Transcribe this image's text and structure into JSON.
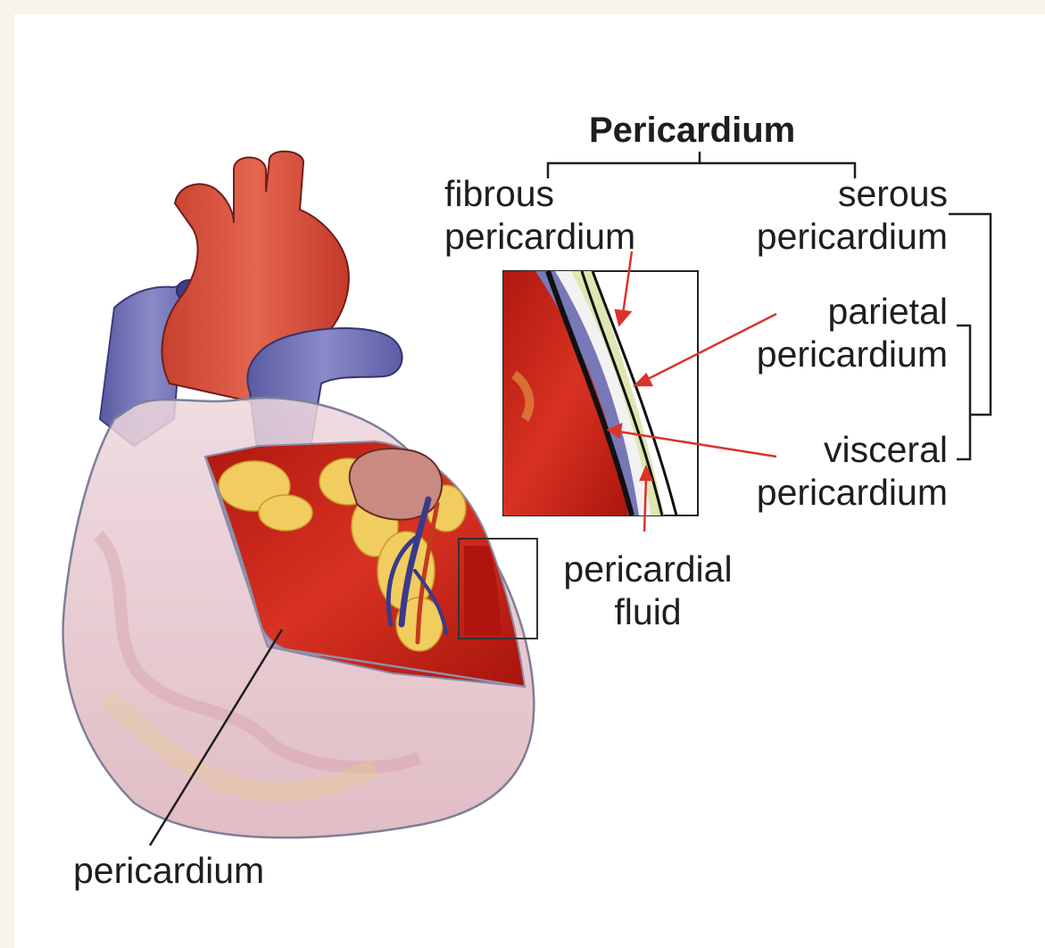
{
  "diagram": {
    "title": "Pericardium",
    "labels": {
      "fibrous_line1": "fibrous",
      "fibrous_line2": "pericardium",
      "serous_line1": "serous",
      "serous_line2": "pericardium",
      "parietal_line1": "parietal",
      "parietal_line2": "pericardium",
      "visceral_line1": "visceral",
      "visceral_line2": "pericardium",
      "fluid_line1": "pericardial",
      "fluid_line2": "fluid",
      "main_label": "pericardium"
    }
  },
  "colors": {
    "background_border": "#f6f4ea",
    "panel": "#ffffff",
    "text": "#1e1e1e",
    "leader_red": "#d8342a",
    "aorta_red": "#d9523f",
    "vein_blue": "#6f6fb4",
    "muscle_red": "#c82418",
    "fat_yellow": "#f1cc5e",
    "sac_tint": "#e9c9cf"
  }
}
